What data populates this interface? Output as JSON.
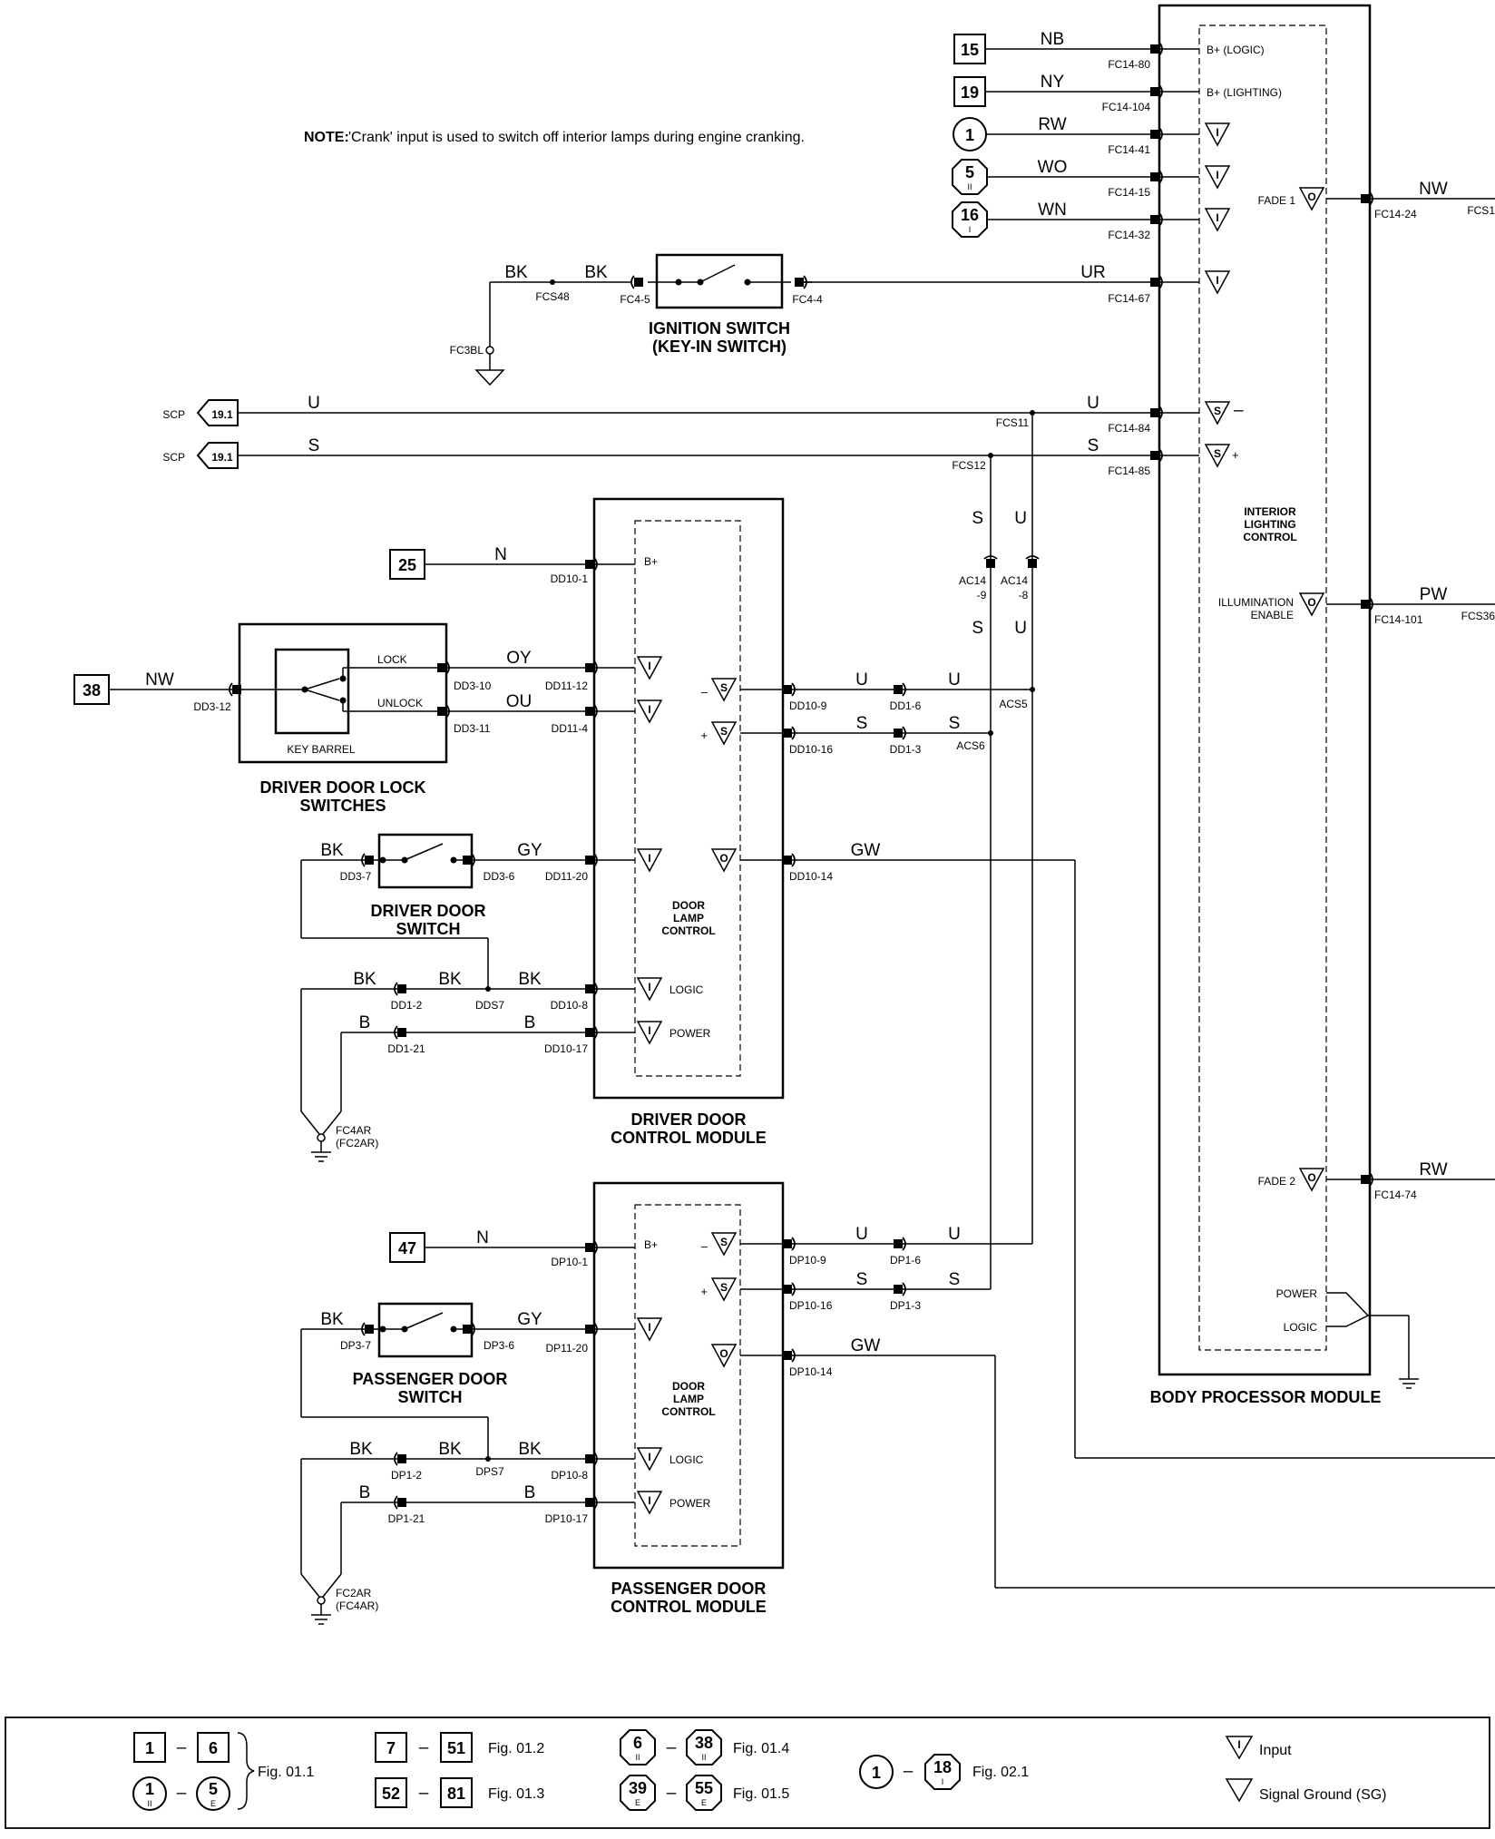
{
  "note": {
    "label": "NOTE:",
    "text": "'Crank' input is used to switch off interior lamps during engine cranking."
  },
  "refs": {
    "r15": "15",
    "r19": "19",
    "r1": "1",
    "r5": "5",
    "r16": "16",
    "r5sub": "II",
    "r16sub": "I",
    "r25": "25",
    "r38": "38",
    "r47": "47",
    "scp": "19.1"
  },
  "labels": {
    "scp": "SCP"
  },
  "wires": {
    "NB": "NB",
    "NY": "NY",
    "RW": "RW",
    "WO": "WO",
    "WN": "WN",
    "BK": "BK",
    "UR": "UR",
    "U": "U",
    "S": "S",
    "N": "N",
    "NW": "NW",
    "OY": "OY",
    "OU": "OU",
    "GY": "GY",
    "GW": "GW",
    "B": "B",
    "PW": "PW"
  },
  "connectors": {
    "fc14_80": "FC14-80",
    "fc14_104": "FC14-104",
    "fc14_41": "FC14-41",
    "fc14_15": "FC14-15",
    "fc14_32": "FC14-32",
    "fc14_67": "FC14-67",
    "fc14_84": "FC14-84",
    "fc14_85": "FC14-85",
    "fc14_24": "FC14-24",
    "fc14_101": "FC14-101",
    "fc14_74": "FC14-74",
    "fcs1": "FCS1",
    "fcs36": "FCS36",
    "fcs48": "FCS48",
    "fcs11": "FCS11",
    "fcs12": "FCS12",
    "fc4_5": "FC4-5",
    "fc4_4": "FC4-4",
    "fc3bl": "FC3BL",
    "ac14_9a": "AC14",
    "ac14_9b": "-9",
    "ac14_8a": "AC14",
    "ac14_8b": "-8",
    "dd10_1": "DD10-1",
    "dd11_12": "DD11-12",
    "dd11_4": "DD11-4",
    "dd11_20": "DD11-20",
    "dd10_8": "DD10-8",
    "dd10_17": "DD10-17",
    "dd10_9": "DD10-9",
    "dd10_16": "DD10-16",
    "dd10_14": "DD10-14",
    "dd1_6": "DD1-6",
    "dd1_3": "DD1-3",
    "acs5": "ACS5",
    "acs6": "ACS6",
    "dd3_12": "DD3-12",
    "dd3_10": "DD3-10",
    "dd3_11": "DD3-11",
    "dd3_7": "DD3-7",
    "dd3_6": "DD3-6",
    "dd1_2": "DD1-2",
    "dds7": "DDS7",
    "dd1_21": "DD1-21",
    "fc4ar": "FC4AR",
    "fc2ar_p": "(FC2AR)",
    "dp10_1": "DP10-1",
    "dp10_9": "DP10-9",
    "dp10_16": "DP10-16",
    "dp1_6": "DP1-6",
    "dp1_3": "DP1-3",
    "dp10_14": "DP10-14",
    "dp3_7": "DP3-7",
    "dp3_6": "DP3-6",
    "dp11_20": "DP11-20",
    "dp1_2": "DP1-2",
    "dps7": "DPS7",
    "dp10_8": "DP10-8",
    "dp1_21": "DP1-21",
    "dp10_17": "DP10-17",
    "fc2ar": "FC2AR",
    "fc4ar_p": "(FC4AR)"
  },
  "bpm": {
    "title": "BODY PROCESSOR MODULE",
    "b_logic": "B+ (LOGIC)",
    "b_lighting": "B+ (LIGHTING)",
    "ilc1": "INTERIOR",
    "ilc2": "LIGHTING",
    "ilc3": "CONTROL",
    "fade1": "FADE 1",
    "fade2": "FADE 2",
    "illum1": "ILLUMINATION",
    "illum2": "ENABLE",
    "power": "POWER",
    "logic": "LOGIC",
    "s_minus": "–",
    "s_plus": "+"
  },
  "ignition": {
    "title1": "IGNITION SWITCH",
    "title2": "(KEY-IN SWITCH)"
  },
  "driver_module": {
    "title1": "DRIVER DOOR",
    "title2": "CONTROL MODULE",
    "bplus": "B+",
    "dlc1": "DOOR",
    "dlc2": "LAMP",
    "dlc3": "CONTROL",
    "logic": "LOGIC",
    "power": "POWER",
    "minus": "–",
    "plus": "+"
  },
  "lock_switches": {
    "title1": "DRIVER DOOR LOCK",
    "title2": "SWITCHES",
    "lock": "LOCK",
    "unlock": "UNLOCK",
    "barrel": "KEY BARREL"
  },
  "driver_switch": {
    "title1": "DRIVER DOOR",
    "title2": "SWITCH"
  },
  "passenger_module": {
    "title1": "PASSENGER DOOR",
    "title2": "CONTROL MODULE",
    "bplus": "B+",
    "dlc1": "DOOR",
    "dlc2": "LAMP",
    "dlc3": "CONTROL",
    "logic": "LOGIC",
    "power": "POWER",
    "minus": "–",
    "plus": "+"
  },
  "passenger_switch": {
    "title1": "PASSENGER DOOR",
    "title2": "SWITCH"
  },
  "symbols": {
    "input": "I",
    "output": "O",
    "scp": "S"
  },
  "legend": {
    "a1": "1",
    "a2": "6",
    "a3": "1",
    "a3s": "II",
    "a4": "5",
    "a4s": "E",
    "fig011": "Fig. 01.1",
    "b1": "7",
    "b2": "51",
    "fig012": "Fig. 01.2",
    "b3": "52",
    "b4": "81",
    "fig013": "Fig. 01.3",
    "c1": "6",
    "c1s": "II",
    "c2": "38",
    "c2s": "II",
    "fig014": "Fig. 01.4",
    "c3": "39",
    "c3s": "E",
    "c4": "55",
    "c4s": "E",
    "fig015": "Fig. 01.5",
    "d1": "1",
    "d2": "18",
    "d2s": "I",
    "fig021": "Fig. 02.1",
    "input": "Input",
    "sg": "Signal Ground (SG)",
    "dash": "–"
  }
}
